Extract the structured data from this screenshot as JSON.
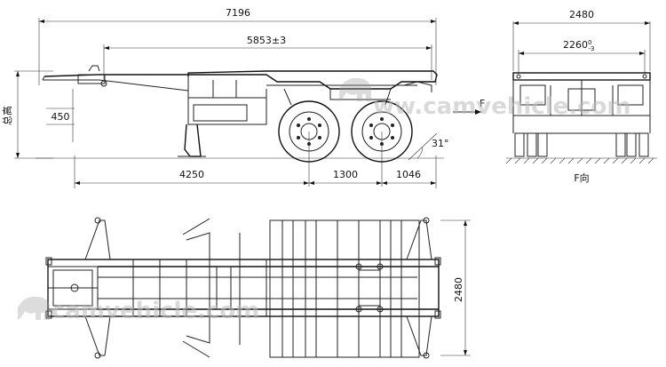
{
  "side_view": {
    "overall_length": "7196",
    "king_pin_to_rear": "5853±3",
    "total_height_label": "总高",
    "king_pin_height": "450",
    "front_to_axle": "4250",
    "axle_spacing": "1300",
    "rear_overhang": "1046",
    "departure_angle": "31°",
    "view_arrow_label": "F"
  },
  "front_view": {
    "overall_width": "2480",
    "inner_width": "2260",
    "inner_width_tolerance_upper": "0",
    "inner_width_tolerance_lower": "-3",
    "view_title": "F向"
  },
  "top_view": {
    "overall_width": "2480"
  },
  "watermarks": [
    "ww.camvehicle.com",
    "camvehicle.com"
  ]
}
